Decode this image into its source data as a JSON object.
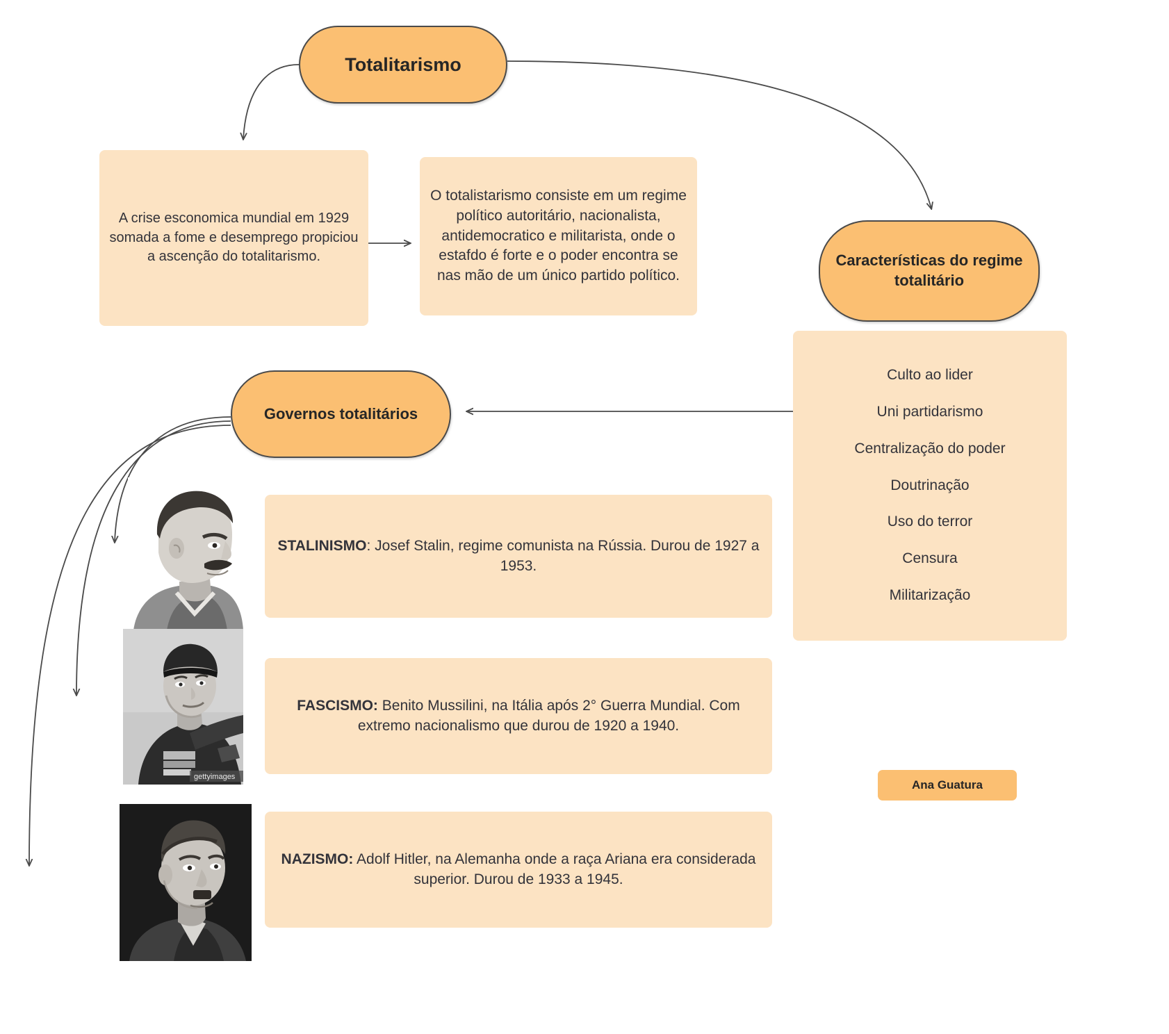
{
  "diagram": {
    "title": "Totalitarismo",
    "accent_color": "#fbbf72",
    "panel_color": "#fce3c3",
    "stroke_color": "#4a4a4a",
    "text_color": "#33333a"
  },
  "nodes": {
    "root": {
      "label": "Totalitarismo"
    },
    "caracteristicas": {
      "label": "Características do regime totalitário"
    },
    "governos": {
      "label": "Governos totalitários"
    }
  },
  "panels": {
    "crise": {
      "text": "A crise esconomica mundial em 1929 somada a fome e desemprego propiciou a ascenção do totalitarismo."
    },
    "definicao": {
      "text": "O totalistarismo consiste em um regime político autoritário, nacionalista, antidemocratico e militarista, onde o estafdo é forte e o poder encontra se nas mão de um único partido político."
    }
  },
  "caracteristicas": {
    "items": [
      "Culto ao lider",
      "Uni partidarismo",
      "Centralização do poder",
      "Doutrinação",
      "Uso do terror",
      "Censura",
      "Militarização"
    ]
  },
  "regimes": [
    {
      "lead": "STALINISMO",
      "separator": ":",
      "text": " Josef Stalin, regime comunista na Rússia. Durou de 1927 a 1953.",
      "photo_name": "portrait-stalin",
      "photo_caption": ""
    },
    {
      "lead": "FASCISMO:",
      "separator": "",
      "text": " Benito Mussilini, na Itália após 2° Guerra Mundial. Com extremo nacionalismo que durou de 1920 a 1940.",
      "photo_name": "portrait-mussolini",
      "photo_caption": "gettyimages"
    },
    {
      "lead": "NAZISMO:",
      "separator": "",
      "text": " Adolf Hitler, na Alemanha onde a raça Ariana era considerada superior. Durou de 1933 a 1945.",
      "photo_name": "portrait-hitler",
      "photo_caption": ""
    }
  ],
  "author_badge": {
    "label": "Ana Guatura"
  }
}
